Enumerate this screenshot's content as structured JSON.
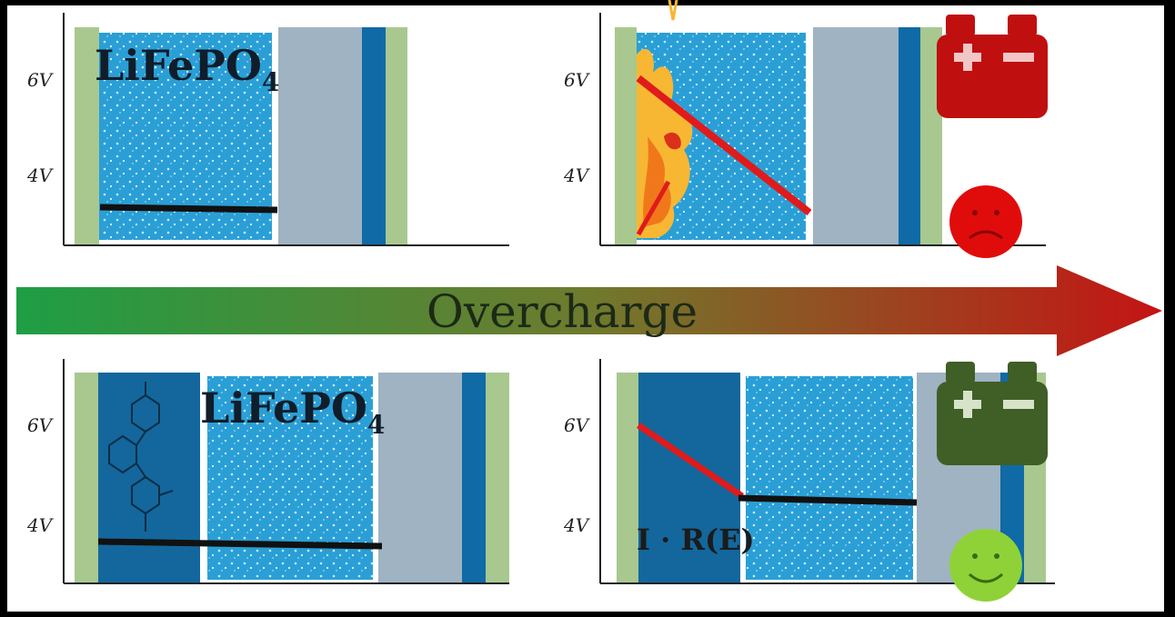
{
  "panels": {
    "top_left": {
      "ticks": [
        "6V",
        "4V"
      ],
      "material": "LiFePO",
      "material_sub": "4"
    },
    "top_right": {
      "ticks": [
        "6V",
        "4V"
      ]
    },
    "bottom_left": {
      "ticks": [
        "6V",
        "4V"
      ],
      "material": "LiFePO",
      "material_sub": "4"
    },
    "bottom_right": {
      "ticks": [
        "6V",
        "4V"
      ],
      "annotation": "I · R(E)"
    }
  },
  "arrow": {
    "label": "Overcharge",
    "color_start": "#1e9e45",
    "color_end": "#c41414"
  },
  "colors": {
    "current_collector": "#a8c890",
    "cathode_particles": "#2a9fd6",
    "separator": "#9fb3c2",
    "anode": "#0f6aa6",
    "redox_layer": "#13679c",
    "voltage_stable": "#111111",
    "voltage_rising": "#e01b1b",
    "battery_bad": "#c00f0f",
    "battery_good": "#3f5f26",
    "face_sad": "#e00c0c",
    "face_happy": "#8fd237"
  },
  "icons": {
    "top_right_battery": "battery-icon",
    "top_right_face": "sad-face-icon",
    "bottom_right_battery": "battery-icon",
    "bottom_right_face": "happy-face-icon",
    "top_right_overlay": "fire-icon",
    "bottom_left_overlay": "molecule-icon"
  }
}
